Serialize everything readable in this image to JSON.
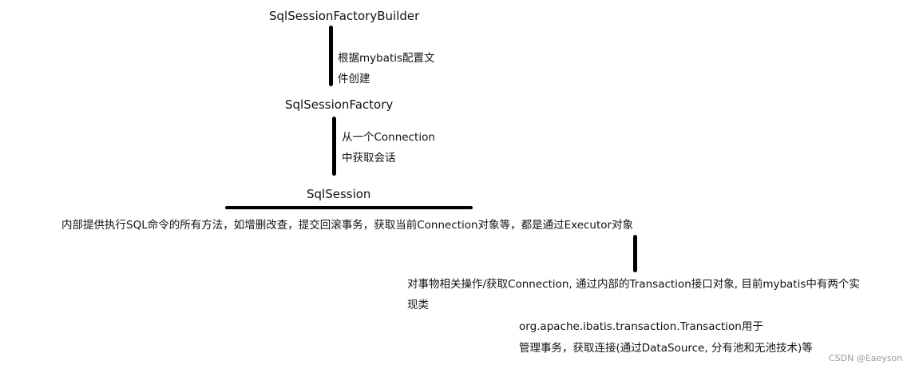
{
  "nodes": {
    "builder": "SqlSessionFactoryBuilder",
    "factory": "SqlSessionFactory",
    "session": "SqlSession"
  },
  "edges": {
    "builder_to_factory": [
      "根据mybatis配置文",
      "件创建"
    ],
    "factory_to_session": [
      "从一个Connection",
      "中获取会话"
    ]
  },
  "session_desc": "内部提供执行SQL命令的所有方法，如增删改查，提交回滚事务，获取当前Connection对象等，都是通过Executor对象",
  "executor_desc": [
    "对事物相关操作/获取Connection, 通过内部的Transaction接口对象, 目前mybatis中有两个实",
    "现类"
  ],
  "transaction_desc": [
    "org.apache.ibatis.transaction.Transaction用于",
    "管理事务，获取连接(通过DataSource, 分有池和无池技术)等"
  ],
  "watermark": "CSDN @Eaeyson"
}
